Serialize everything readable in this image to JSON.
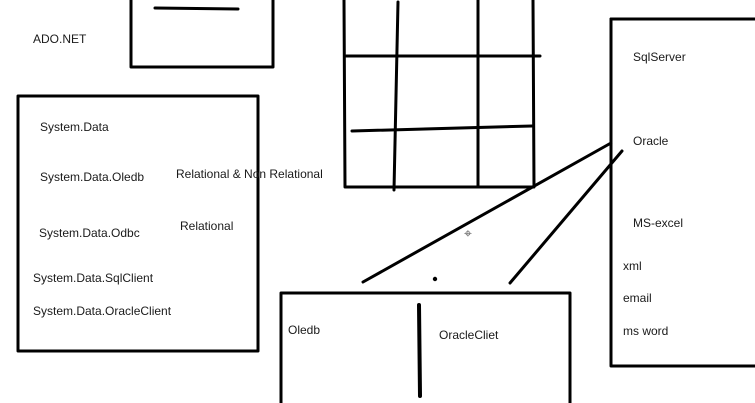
{
  "title": "ADO.NET",
  "namespaces": [
    "System.Data",
    "System.Data.Oledb",
    "System.Data.Odbc",
    "System.Data.SqlClient",
    "System.Data.OracleClient"
  ],
  "notes": {
    "oledb_scope": "Relational & Non Relational",
    "odbc_scope": "Relational"
  },
  "data_sources": [
    "SqlServer",
    "Oracle",
    "MS-excel",
    "xml",
    "email",
    "ms word"
  ],
  "providers": {
    "left": "Oledb",
    "right": "OracleCliet"
  },
  "icons": {
    "pointer": "crosshair-cursor-icon"
  },
  "colors": {
    "ink": "#000000",
    "text": "#1a1a1a",
    "background": "#ffffff"
  }
}
